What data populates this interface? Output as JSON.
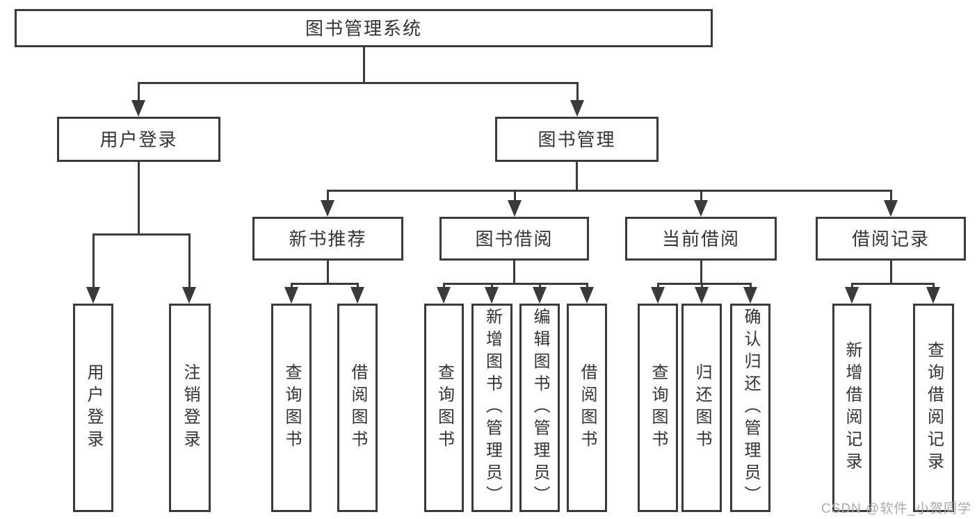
{
  "diagram": {
    "title": "图书管理系统",
    "level2": [
      {
        "label": "用户登录"
      },
      {
        "label": "图书管理"
      }
    ],
    "level3": [
      {
        "label": "新书推荐"
      },
      {
        "label": "图书借阅"
      },
      {
        "label": "当前借阅"
      },
      {
        "label": "借阅记录"
      }
    ],
    "level4": {
      "user_login": [
        "用户登录",
        "注销登录"
      ],
      "new_books": [
        "查询图书",
        "借阅图书"
      ],
      "book_borrow": [
        "查询图书",
        "新增图书（管理员）",
        "编辑图书（管理员）",
        "借阅图书"
      ],
      "current_borrow": [
        "查询图书",
        "归还图书",
        "确认归还（管理员）"
      ],
      "borrow_records": [
        "新增借阅记录",
        "查询借阅记录"
      ]
    }
  },
  "watermark": "CSDN @软件_小贺同学",
  "colors": {
    "line": "#3a3a3a",
    "text": "#333333",
    "watermark": "#aaaaaa",
    "background": "#ffffff"
  }
}
